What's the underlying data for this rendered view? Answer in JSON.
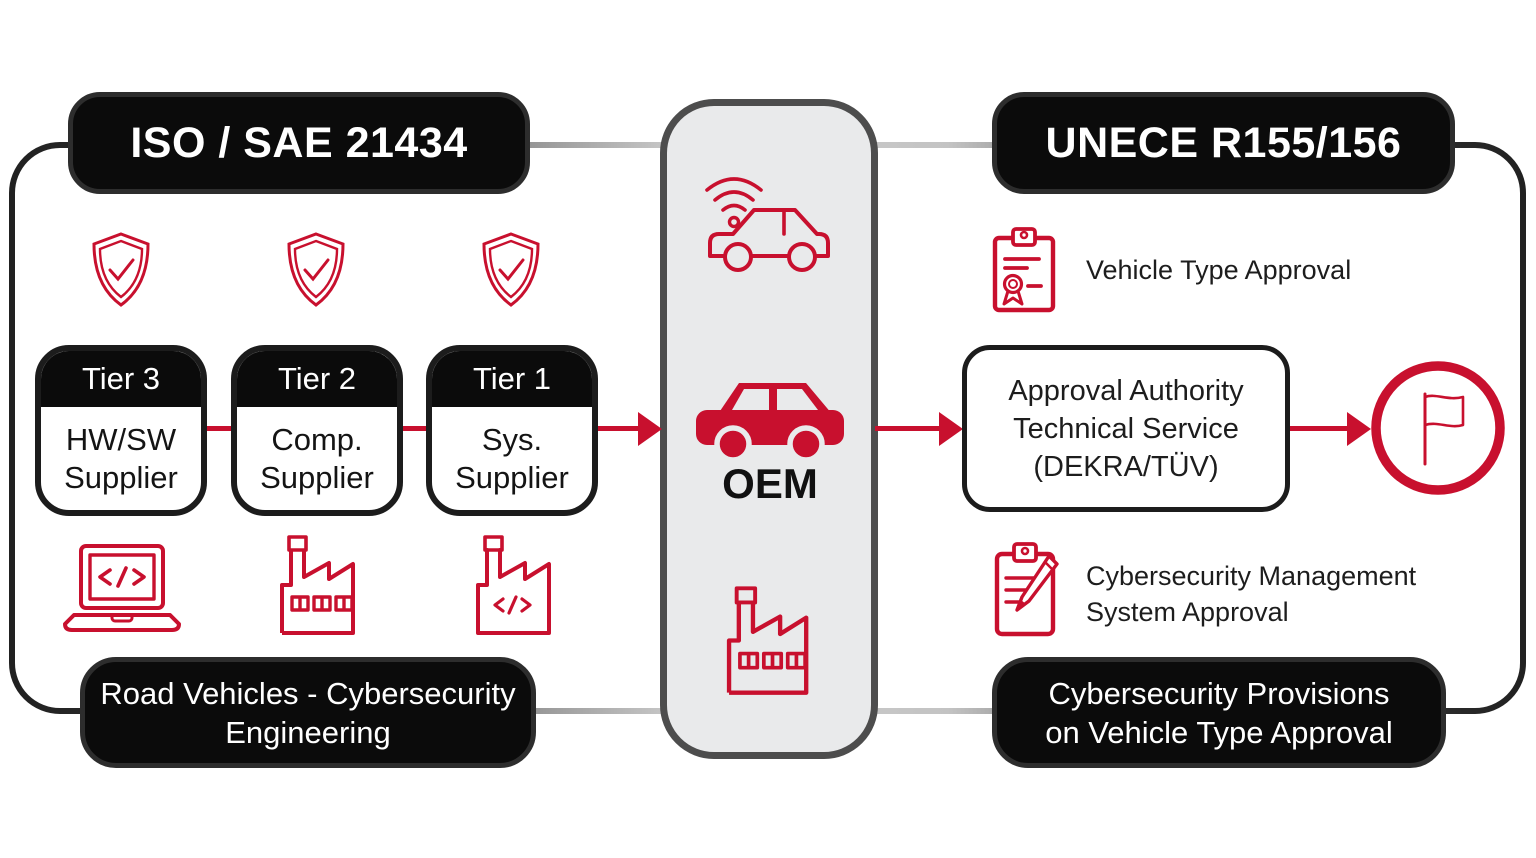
{
  "colors": {
    "accent_red": "#c8102e",
    "box_black": "#0b0b0b",
    "panel_fill": "#e9eaeb",
    "panel_border": "#4d4d4d",
    "frame_dark": "#212121",
    "frame_light": "#cfcfcf",
    "text_dark": "#1d1d1d"
  },
  "left_section": {
    "title": "ISO / SAE 21434",
    "tiers": [
      {
        "name": "Tier 3",
        "line1": "HW/SW",
        "line2": "Supplier"
      },
      {
        "name": "Tier 2",
        "line1": "Comp.",
        "line2": "Supplier"
      },
      {
        "name": "Tier 1",
        "line1": "Sys.",
        "line2": "Supplier"
      }
    ],
    "icons": [
      "shield-check-icon",
      "shield-check-icon",
      "shield-check-icon",
      "laptop-code-icon",
      "factory-icon",
      "factory-code-icon"
    ],
    "footer_line1": "Road Vehicles - Cybersecurity",
    "footer_line2": "Engineering"
  },
  "center_section": {
    "icons": [
      "connected-car-icon",
      "car-solid-icon",
      "factory-icon"
    ],
    "oem_label": "OEM"
  },
  "right_section": {
    "title": "UNECE R155/156",
    "vehicle_type_approval_label": "Vehicle Type Approval",
    "authority_line1": "Approval Authority",
    "authority_line2": "Technical Service",
    "authority_line3": "(DEKRA/TÜV)",
    "icons": [
      "certificate-icon",
      "flag-circle-icon",
      "clipboard-pencil-icon"
    ],
    "cms_line1": "Cybersecurity Management",
    "cms_line2": "System Approval",
    "footer_line1": "Cybersecurity Provisions",
    "footer_line2": "on Vehicle Type Approval"
  }
}
